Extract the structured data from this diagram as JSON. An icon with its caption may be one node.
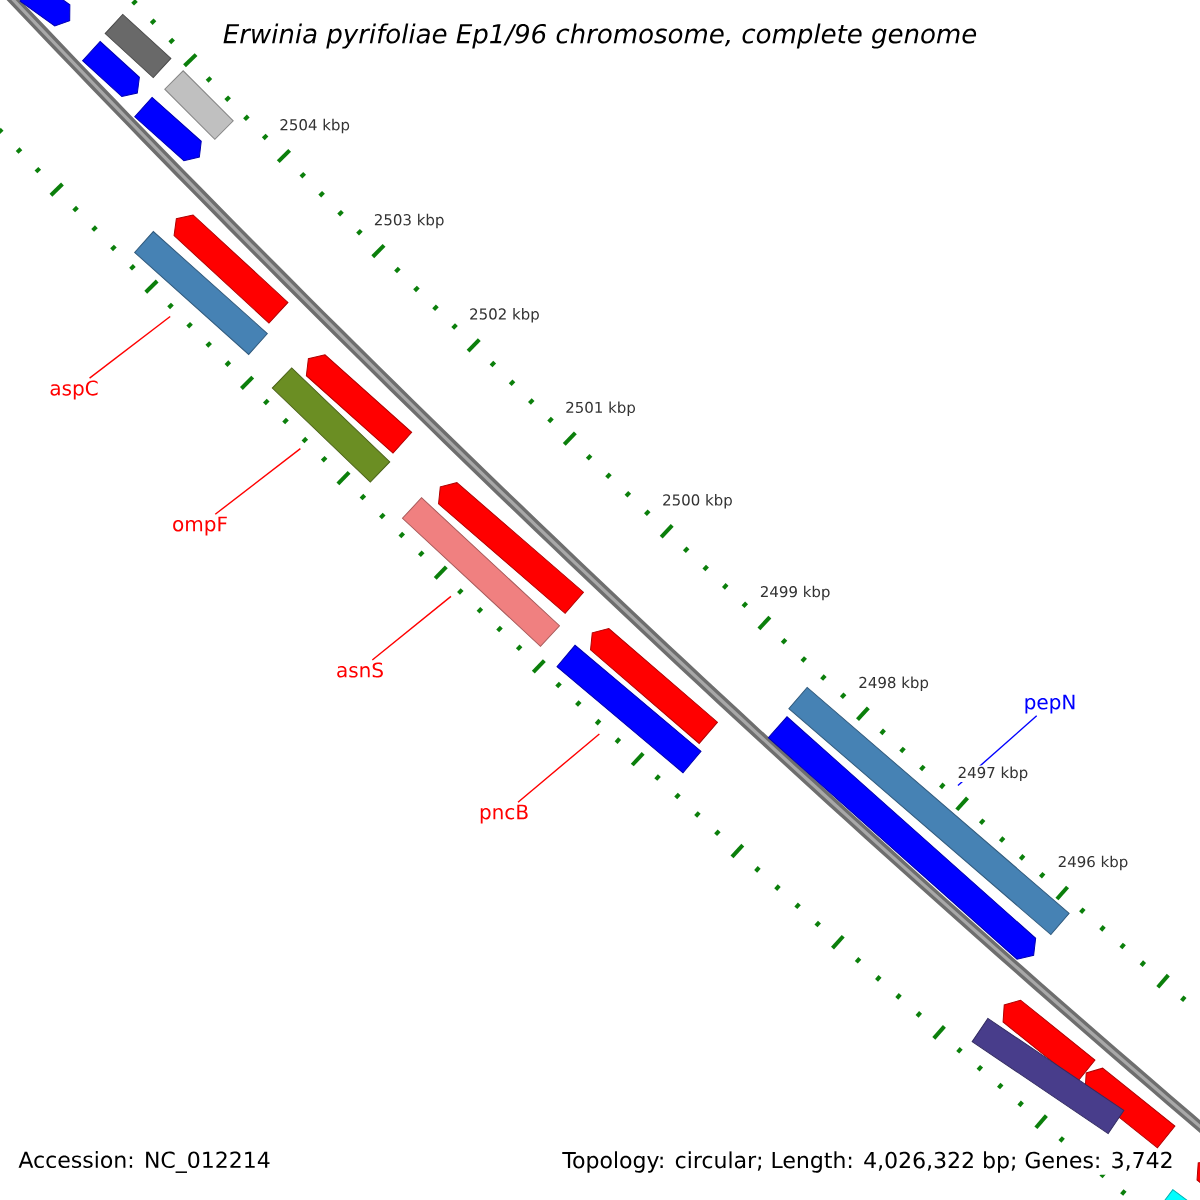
{
  "diagram": {
    "title": "Erwinia pyrifoliae Ep1/96 chromosome, complete genome",
    "nodes": [
      {
        "text": [
          "aspC"
        ]
      },
      {
        "text": [],
        "shape": "bar"
      },
      {
        "text": [
          "ompF"
        ]
      },
      {
        "text": [],
        "shape": "bar"
      },
      {
        "text": [
          "asnS"
        ]
      },
      {
        "text": [],
        "shape": "bar"
      },
      {
        "text": [
          "pncB"
        ]
      },
      {
        "text": [],
        "shape": "bar"
      },
      {
        "text": [
          "pepN"
        ]
      },
      {
        "text": [],
        "shape": "bar"
      },
      {
        "text": [],
        "shape": "arrow"
      },
      {
        "text": [],
        "shape": "bar"
      },
      {
        "text": [],
        "shape": "bar"
      },
      {
        "text": [],
        "shape": "arrow"
      },
      {
        "text": [],
        "shape": "arrow"
      },
      {
        "text": [],
        "shape": "arrow"
      },
      {
        "text": [],
        "shape": "arrow"
      },
      {
        "text": [],
        "shape": "arrow"
      },
      {
        "text": [],
        "shape": "arrow"
      },
      {
        "text": [],
        "shape": "arrow"
      },
      {
        "text": [],
        "shape": "arrow"
      },
      {
        "text": [],
        "shape": "arrow"
      },
      {
        "text": [],
        "shape": "arrow"
      },
      {
        "text": [],
        "shape": "bar"
      },
      {
        "text": [],
        "shape": "bar"
      }
    ],
    "edges": [
      {
        "from": 0,
        "to": 1,
        "arrow": "none"
      },
      {
        "from": 2,
        "to": 3,
        "arrow": "none"
      },
      {
        "from": 4,
        "to": 5,
        "arrow": "none"
      },
      {
        "from": 6,
        "to": 7,
        "arrow": "none"
      },
      {
        "from": 8,
        "to": 9,
        "arrow": "none",
        "color": "#0000ff"
      }
    ],
    "labels": [
      "2504 kbp",
      "2503 kbp",
      "2502 kbp",
      "2501 kbp",
      "2500 kbp",
      "2499 kbp",
      "2498 kbp",
      "2497 kbp",
      "2496 kbp",
      "Accession: NC_012214",
      "Topology: circular; Length: 4,026,322 bp; Genes: 3,742"
    ]
  }
}
